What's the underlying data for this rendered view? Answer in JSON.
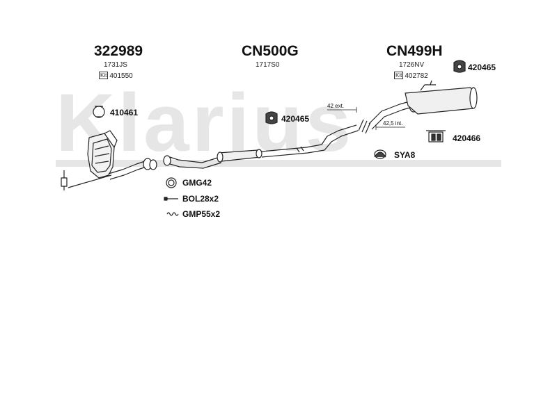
{
  "watermark": {
    "text": "Klarius"
  },
  "columns": [
    {
      "code": "322989",
      "sub": "1731JS",
      "kit_badge": "Kit",
      "kit": "401550"
    },
    {
      "code": "CN500G",
      "sub": "1717S0"
    },
    {
      "code": "CN499H",
      "sub": "1726NV",
      "kit_badge": "Kit",
      "kit": "402782"
    }
  ],
  "parts": {
    "mount_420465_top": "420465",
    "clamp_410461": "410461",
    "mount_420465_mid": "420465",
    "mount_420466": "420466",
    "ring_sya8": "SYA8",
    "gasket_gmg42": "GMG42",
    "bolt_bol28": "BOL28x2",
    "spring_gmp55": "GMP55x2"
  },
  "dimensions": {
    "ext": "42 ext.",
    "int": "42,5 int."
  },
  "icons": {
    "mount": "rubber-mount-icon",
    "clamp": "clamp-icon",
    "ring": "mounting-ring-icon",
    "gasket": "gasket-ring-icon",
    "bolt": "bolt-icon",
    "spring": "spring-icon",
    "bracket": "bracket-mount-icon"
  }
}
